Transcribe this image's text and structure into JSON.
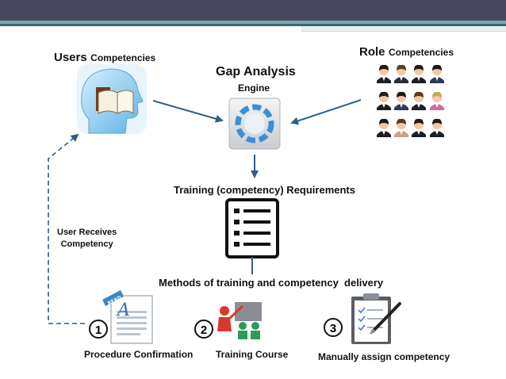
{
  "users_competencies": {
    "lead": "Users",
    "rest": "Competencies"
  },
  "role_competencies": {
    "lead": "Role",
    "rest": "Competencies"
  },
  "gap_analysis": {
    "title": "Gap Analysis",
    "subtitle": "Engine"
  },
  "training_requirements": "Training (competency) Requirements",
  "methods_label": "Methods of training and competency  delivery",
  "user_receives": [
    "User Receives",
    "Competency"
  ],
  "read_badge": "READ",
  "methods": [
    {
      "number": "1",
      "label": "Procedure Confirmation"
    },
    {
      "number": "2",
      "label": "Training Course"
    },
    {
      "number": "3",
      "label": "Manually assign competency"
    }
  ],
  "colors": {
    "header": "#464a5c",
    "accent_teal": "#2f6c77",
    "arrow": "#2e5f8a",
    "head_blue": "#8ec7ea"
  }
}
